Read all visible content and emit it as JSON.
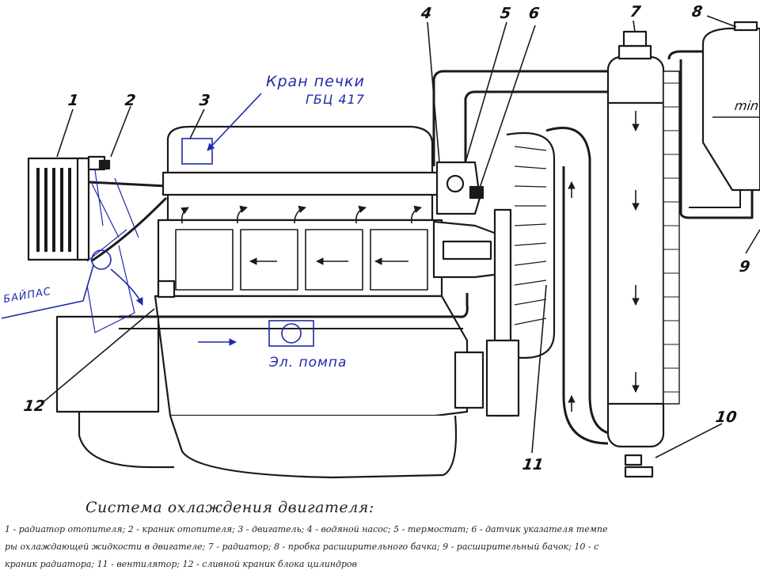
{
  "diagram": {
    "labels": {
      "n1": "1",
      "n2": "2",
      "n3": "3",
      "n4": "4",
      "n5": "5",
      "n6": "6",
      "n7": "7",
      "n8": "8",
      "n9": "9",
      "n10": "10",
      "n11": "11",
      "n12": "12"
    },
    "tank_text": "min",
    "handwritten": {
      "heater_valve_line1": "Кран печки",
      "heater_valve_line2": "ГБЦ 417",
      "bypass": "БАЙПАС",
      "electric_pump": "Эл. помпа"
    },
    "colors": {
      "ink": "#1a1a1a",
      "pen": "#1e2aa8",
      "paper": "#ffffff"
    }
  },
  "caption": {
    "title": "Система охлаждения двигателя:",
    "lines": [
      "1 - радиатор отопителя; 2 - краник отопителя; 3 - двигатель; 4 - водяной насос; 5 - термостат; 6 - датчик указателя темпе",
      "ры охлаждающей жидкости в двигателе; 7 - радиатор; 8 - пробка расширительного бачка; 9 - расширительный бачок; 10 - с",
      "краник радиатора; 11 - вентилятор; 12 - сливной краник блока цилиндров"
    ]
  }
}
